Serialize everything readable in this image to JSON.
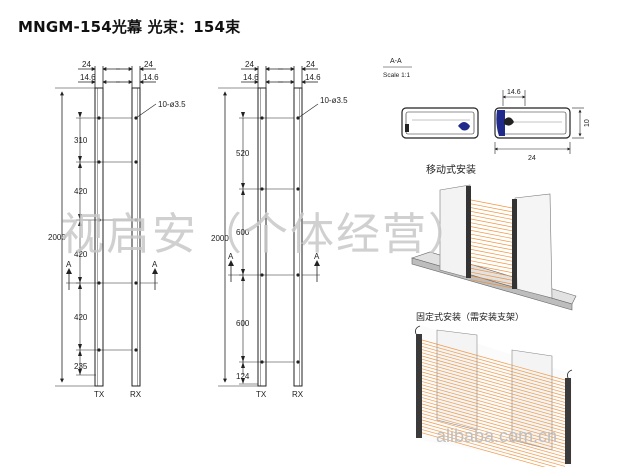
{
  "title": "MNGM-154光幕 光束：154束",
  "left_drawing": {
    "top_dims": [
      "24",
      "14.6",
      "24",
      "14.6"
    ],
    "hole_label": "10-ø3.5",
    "spacings": [
      "310",
      "420",
      "420",
      "420",
      "235"
    ],
    "height": "2000",
    "section_mark": "A",
    "labels": [
      "TX",
      "RX"
    ]
  },
  "right_drawing": {
    "top_dims": [
      "24",
      "14.6",
      "24",
      "14.6"
    ],
    "hole_label": "10-ø3.5",
    "spacings": [
      "520",
      "600",
      "600",
      "124"
    ],
    "height": "2000",
    "section_mark": "A",
    "labels": [
      "TX",
      "RX"
    ]
  },
  "section": {
    "title": "A-A",
    "scale": "Scale 1:1",
    "width_top": "14.6",
    "height": "10",
    "width_bottom": "24"
  },
  "install": {
    "mobile_label": "移动式安装",
    "fixed_label": "固定式安装（需安装支架）"
  },
  "watermark": "视启安（个体经营）",
  "watermark_site": "alibaba.com.cn",
  "colors": {
    "beam": "#f08a2a",
    "profile_blue": "#1f2a8a"
  }
}
